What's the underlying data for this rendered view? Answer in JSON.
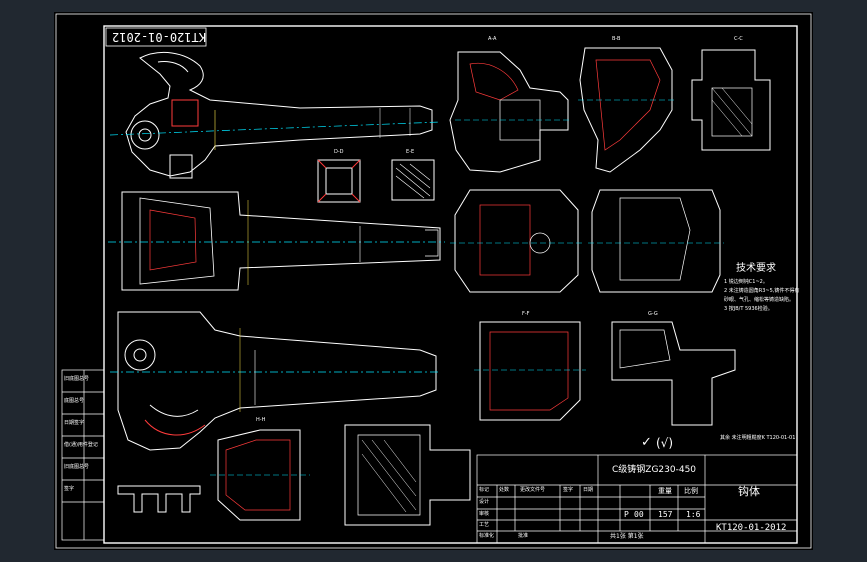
{
  "colors": {
    "background": "#212830",
    "sheet": "#000000",
    "line": "#ffffff",
    "section_red": "#ff3b3b",
    "dim_yellow": "#ffe84a",
    "center_cyan": "#00e5ff",
    "leader_green": "#33ff66"
  },
  "drawing_number_stamp": "KT120-01-2012",
  "tech_requirements": {
    "title": "技术要求",
    "items": [
      "1  锐边倒钝C1~2。",
      "2  未注铸造圆角R3~5,铸件不得有",
      "   砂眼、气孔、缩松等铸造缺陷。",
      "3  按JB/T 5936检验。"
    ]
  },
  "roughness": {
    "symbol": "✓",
    "note": "(√)",
    "other": "其余 未注明粗糙度K T120-01-01"
  },
  "left_strip": [
    "旧底图总号",
    "底图总号",
    "日期签字",
    "借(通)用件登记",
    "旧底图总号",
    "签字"
  ],
  "title_block": {
    "material": "C级铸钢ZG230-450",
    "part_name": "钩体",
    "drawing_number": "KT120-01-2012",
    "stage": "P",
    "quantity": "00",
    "weight": "157",
    "scale": "1:6",
    "weight_label": "重量",
    "scale_label": "比例",
    "sheet_text": "共1张  第1张",
    "rev_headers": [
      "标记",
      "处数",
      "更改文件号",
      "签字",
      "日期"
    ],
    "sign_rows": [
      "设计",
      "审核",
      "工艺",
      "标准化",
      "批准"
    ]
  },
  "section_labels": [
    "A-A",
    "B-B",
    "C-C",
    "D-D",
    "E-E",
    "F-F",
    "G-G",
    "H-H"
  ]
}
